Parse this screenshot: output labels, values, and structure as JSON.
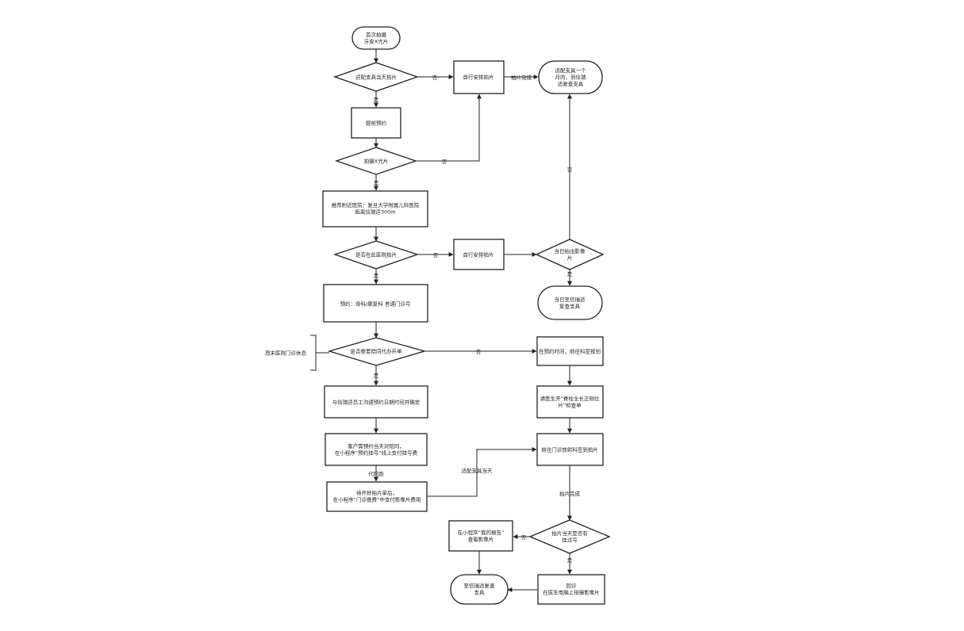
{
  "nodes": {
    "start": [
      "首次拍摄",
      "牙皮X光片"
    ],
    "d_same_day": [
      "适配支具当天拍片"
    ],
    "self_arrange_1": [
      "自行安排拍片"
    ],
    "fit_month": [
      "适配支具一个",
      "月内，到信瑞",
      "适复查支具"
    ],
    "book": [
      "提前预约"
    ],
    "d_xray": [
      "拍摄X光片"
    ],
    "recommend": [
      "推荐附近医院：复旦大学附属儿科医院",
      "距离信瑞适300m"
    ],
    "d_hospital": [
      "是否在此医院拍片"
    ],
    "self_arrange_2": [
      "自行安排拍片"
    ],
    "d_same_day_film": [
      "当日拍出影像",
      "片"
    ],
    "same_day_review": [
      "当日至信瑞适",
      "复查支具"
    ],
    "appt": [
      "预约：骨科/康复科 普通门诊号"
    ],
    "d_agency": [
      "是否需要陪同代办开单"
    ],
    "weekend_note": [
      "周末医院门诊休息"
    ],
    "go_checkin": [
      "在预约时间，前往科室报到"
    ],
    "doctor_order": [
      "请医生开“脊柱全长正侧位",
      "片”检查单"
    ],
    "confirm_time": [
      "与信瑞适员工沟通预约日期时间并确定"
    ],
    "pay_fee": [
      "客户需预约当天对陪同，",
      "在小程序“预约挂号”线上支付挂号费"
    ],
    "wait_pay": [
      "待开好拍片单后，",
      "在小程序“门诊缴费”中支付影像片费用"
    ],
    "go_film": [
      "前往门诊放射科签到拍片"
    ],
    "d_return": [
      "拍片当天是否有",
      "挂过号"
    ],
    "view_app": [
      "在小程序“我的报告”",
      "查看影像片"
    ],
    "revisit": [
      "回诊",
      "在医生电脑上拍摄影像片"
    ],
    "end_review": [
      "至信瑞适复查",
      "支具"
    ]
  },
  "edges": {
    "no": "否",
    "yes": "是",
    "film_done": "拍片完成",
    "agency": "代陪跑",
    "fit_same_day": "适配支具当天"
  }
}
